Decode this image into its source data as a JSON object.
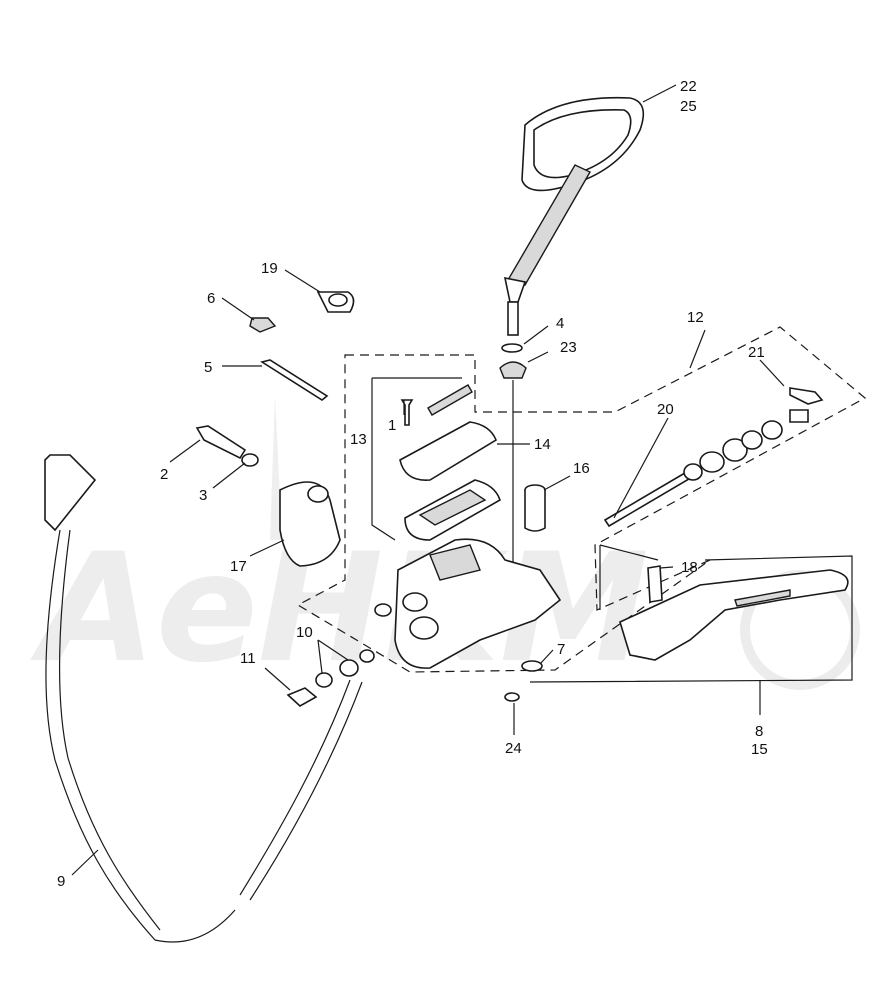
{
  "watermark": {
    "text": "AeHKM"
  },
  "callouts": [
    "22",
    "25",
    "19",
    "6",
    "4",
    "23",
    "12",
    "21",
    "5",
    "1",
    "13",
    "14",
    "20",
    "2",
    "16",
    "3",
    "17",
    "18",
    "10",
    "7",
    "11",
    "24",
    "8",
    "15",
    "9"
  ]
}
